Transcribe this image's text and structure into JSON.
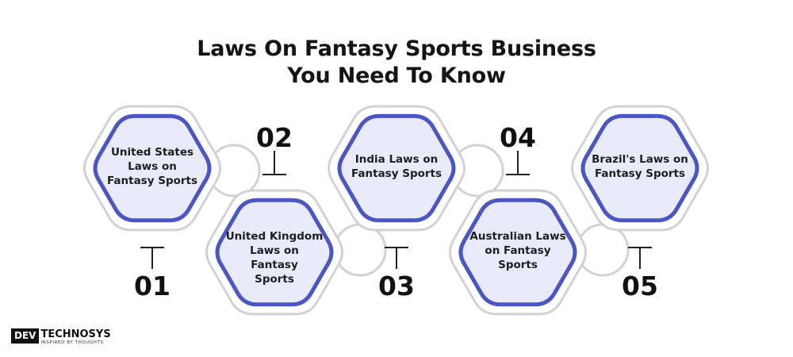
{
  "title": {
    "line1": "Laws On Fantasy Sports Business",
    "line2": "You Need To Know"
  },
  "steps": [
    {
      "number": "01",
      "lines": [
        "United States",
        "Laws on",
        "Fantasy Sports"
      ]
    },
    {
      "number": "02",
      "lines": [
        "United Kingdom",
        "Laws on Fantasy",
        "Sports"
      ]
    },
    {
      "number": "03",
      "lines": [
        "India Laws on",
        "Fantasy Sports"
      ]
    },
    {
      "number": "04",
      "lines": [
        "Australian Laws",
        "on Fantasy",
        "Sports"
      ]
    },
    {
      "number": "05",
      "lines": [
        "Brazil's Laws on",
        "Fantasy Sports"
      ]
    }
  ],
  "logo": {
    "mark": "DEV",
    "name": "TECHNOSYS",
    "tagline": "INSPIRED BY THOUGHTS"
  },
  "colors": {
    "hex_fill": "#e9ebfb",
    "hex_border": "#4a55c6",
    "outer_ring": "#d2d2d2",
    "connector": "#d2d2d2",
    "text": "#1e1e1e"
  }
}
